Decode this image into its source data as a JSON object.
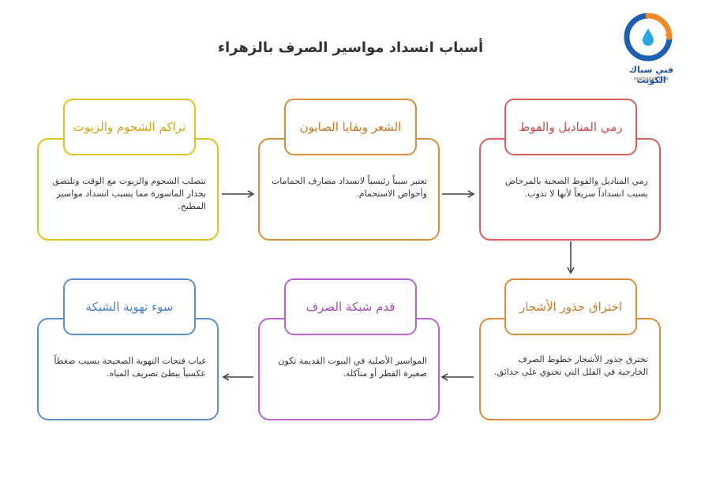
{
  "title": "أسباب انسداد مواسير الصرف بالزهراء",
  "logo": {
    "brand": "فني سباك الكويت",
    "site": "FANISABAK.COM",
    "colors": {
      "ring_blue": "#1f5fb2",
      "ring_orange": "#f08a24",
      "drop": "#29a7df"
    }
  },
  "cards": [
    {
      "id": "wipes",
      "title": "رمي المناديل والفوط",
      "description": "رمي المناديل والفوط الصحية بالمرحاض يسبب انسداداً سريعاً لأنها لا تذوب.",
      "color": "#d85e5e"
    },
    {
      "id": "hair",
      "title": "الشعر وبقايا الصابون",
      "description": "تعتبر سبباً رئيسياً لانسداد مصارف الحمامات وأحواض الاستحمام.",
      "color": "#d98e3c"
    },
    {
      "id": "grease",
      "title": "تراكم الشحوم والزيوت",
      "description": "تتصلب الشحوم والزيوت مع الوقت وتلتصق بجدار الماسورة مما يسبب انسداد مواسير المطبخ.",
      "color": "#e0c21e"
    },
    {
      "id": "roots",
      "title": "اختراق جذور الأشجار",
      "description": "تخترق جذور الأشجار خطوط الصرف الخارجية في الفلل التي تحتوي على حدائق.",
      "color": "#d98e3c"
    },
    {
      "id": "old",
      "title": "قدم شبكة الصرف",
      "description": "المواسير الأصلية في البيوت القديمة تكون صغيرة القطر أو متآكلة.",
      "color": "#bc62cc"
    },
    {
      "id": "vent",
      "title": "سوء تهوية الشبكة",
      "description": "غياب فتحات التهوية الصحيحة يسبب ضغطاً عكسياً يبطئ تصريف المياه.",
      "color": "#5b8fcc"
    }
  ]
}
